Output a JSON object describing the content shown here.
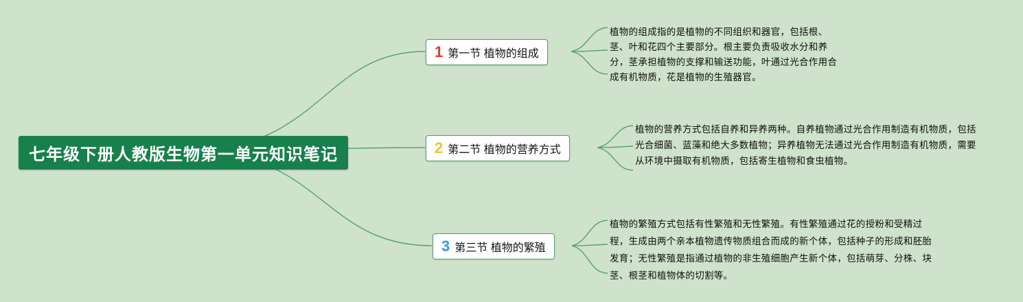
{
  "colors": {
    "background": "#cfe2cb",
    "root_bg": "#17804d",
    "root_text": "#ffffff",
    "node_border": "#4f9e6f",
    "connector": "#57a173"
  },
  "root": {
    "label": "七年级下册人教版生物第一单元知识笔记"
  },
  "branches": [
    {
      "number": "1",
      "number_color": "#e23b30",
      "label": "第一节 植物的组成",
      "detail": "植物的组成指的是植物的不同组织和器官，包括根、茎、叶和花四个主要部分。根主要负责吸收水分和养分，茎承担植物的支撑和输送功能，叶通过光合作用合成有机物质，花是植物的生殖器官。"
    },
    {
      "number": "2",
      "number_color": "#f0c32a",
      "label": "第二节 植物的营养方式",
      "detail": "植物的营养方式包括自养和异养两种。自养植物通过光合作用制造有机物质，包括光合细菌、蓝藻和绝大多数植物；异养植物无法通过光合作用制造有机物质，需要从环境中摄取有机物质，包括寄生植物和食虫植物。"
    },
    {
      "number": "3",
      "number_color": "#2f9ce0",
      "label": "第三节 植物的繁殖",
      "detail": "植物的繁殖方式包括有性繁殖和无性繁殖。有性繁殖通过花的授粉和受精过程，生成由两个亲本植物遗传物质组合而成的新个体，包括种子的形成和胚胎发育；无性繁殖是指通过植物的非生殖细胞产生新个体，包括萌芽、分株、块茎、根茎和植物体的切割等。"
    }
  ]
}
